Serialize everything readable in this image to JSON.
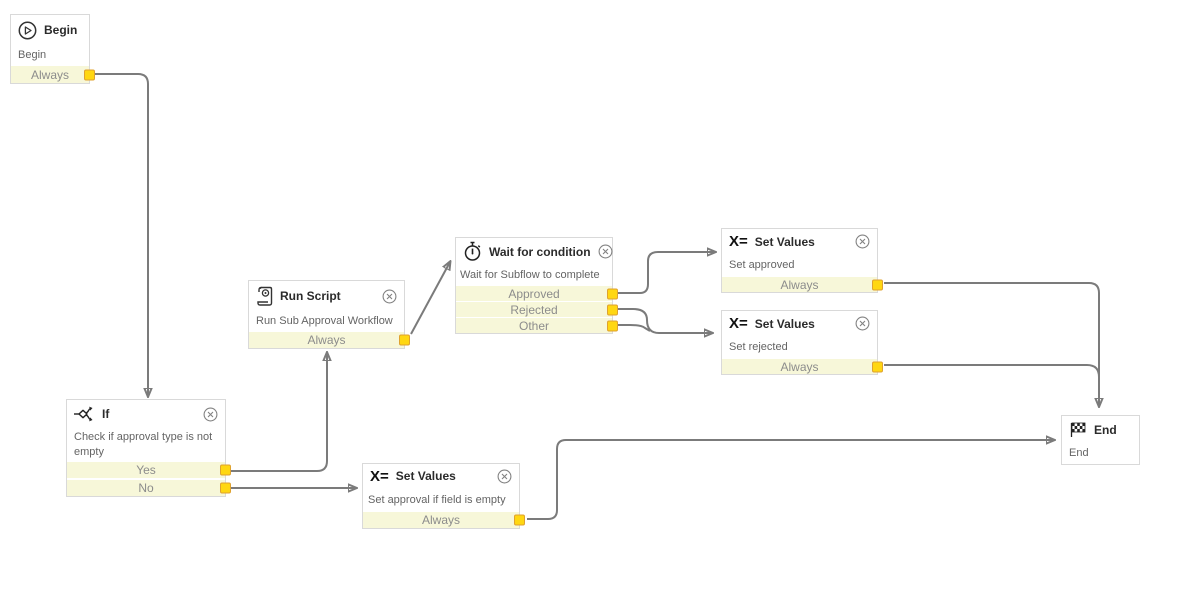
{
  "nodes": {
    "begin": {
      "title": "Begin",
      "description": "Begin",
      "rows": [
        "Always"
      ]
    },
    "if": {
      "title": "If",
      "description": "Check if approval type is not empty",
      "rows": [
        "Yes",
        "No"
      ]
    },
    "run_script": {
      "title": "Run Script",
      "description": "Run Sub Approval Workflow",
      "rows": [
        "Always"
      ]
    },
    "wait": {
      "title": "Wait for condition",
      "description": "Wait for Subflow to complete",
      "rows": [
        "Approved",
        "Rejected",
        "Other"
      ]
    },
    "set_approved": {
      "title": "Set Values",
      "description": "Set approved",
      "rows": [
        "Always"
      ]
    },
    "set_rejected": {
      "title": "Set Values",
      "description": "Set rejected",
      "rows": [
        "Always"
      ]
    },
    "set_empty": {
      "title": "Set Values",
      "description": "Set approval if field is empty",
      "rows": [
        "Always"
      ]
    },
    "end": {
      "title": "End",
      "description": "End",
      "rows": []
    }
  },
  "icons": {
    "begin": "play-circle",
    "if": "branch-diamond",
    "run_script": "script-scroll",
    "wait": "stopwatch",
    "set_values_glyph": "X=",
    "end": "checkered-flag",
    "close": "circle-x"
  },
  "connections": [
    {
      "from": "begin.Always",
      "to": "if"
    },
    {
      "from": "if.Yes",
      "to": "run_script"
    },
    {
      "from": "if.No",
      "to": "set_empty"
    },
    {
      "from": "run_script.Always",
      "to": "wait"
    },
    {
      "from": "wait.Approved",
      "to": "set_approved"
    },
    {
      "from": "wait.Rejected",
      "to": "set_rejected"
    },
    {
      "from": "wait.Other",
      "to": "set_rejected"
    },
    {
      "from": "set_approved.Always",
      "to": "end"
    },
    {
      "from": "set_rejected.Always",
      "to": "end"
    },
    {
      "from": "set_empty.Always",
      "to": "end"
    }
  ],
  "colors": {
    "wire": "#7b7b7b",
    "row_background": "#f7f7d9",
    "connector_fill": "#ffd712",
    "connector_border": "#dfa22e",
    "node_border": "#d9d9d9",
    "title_text": "#2b2b2b",
    "description_text": "#646464",
    "row_text": "#8c8c8c"
  }
}
